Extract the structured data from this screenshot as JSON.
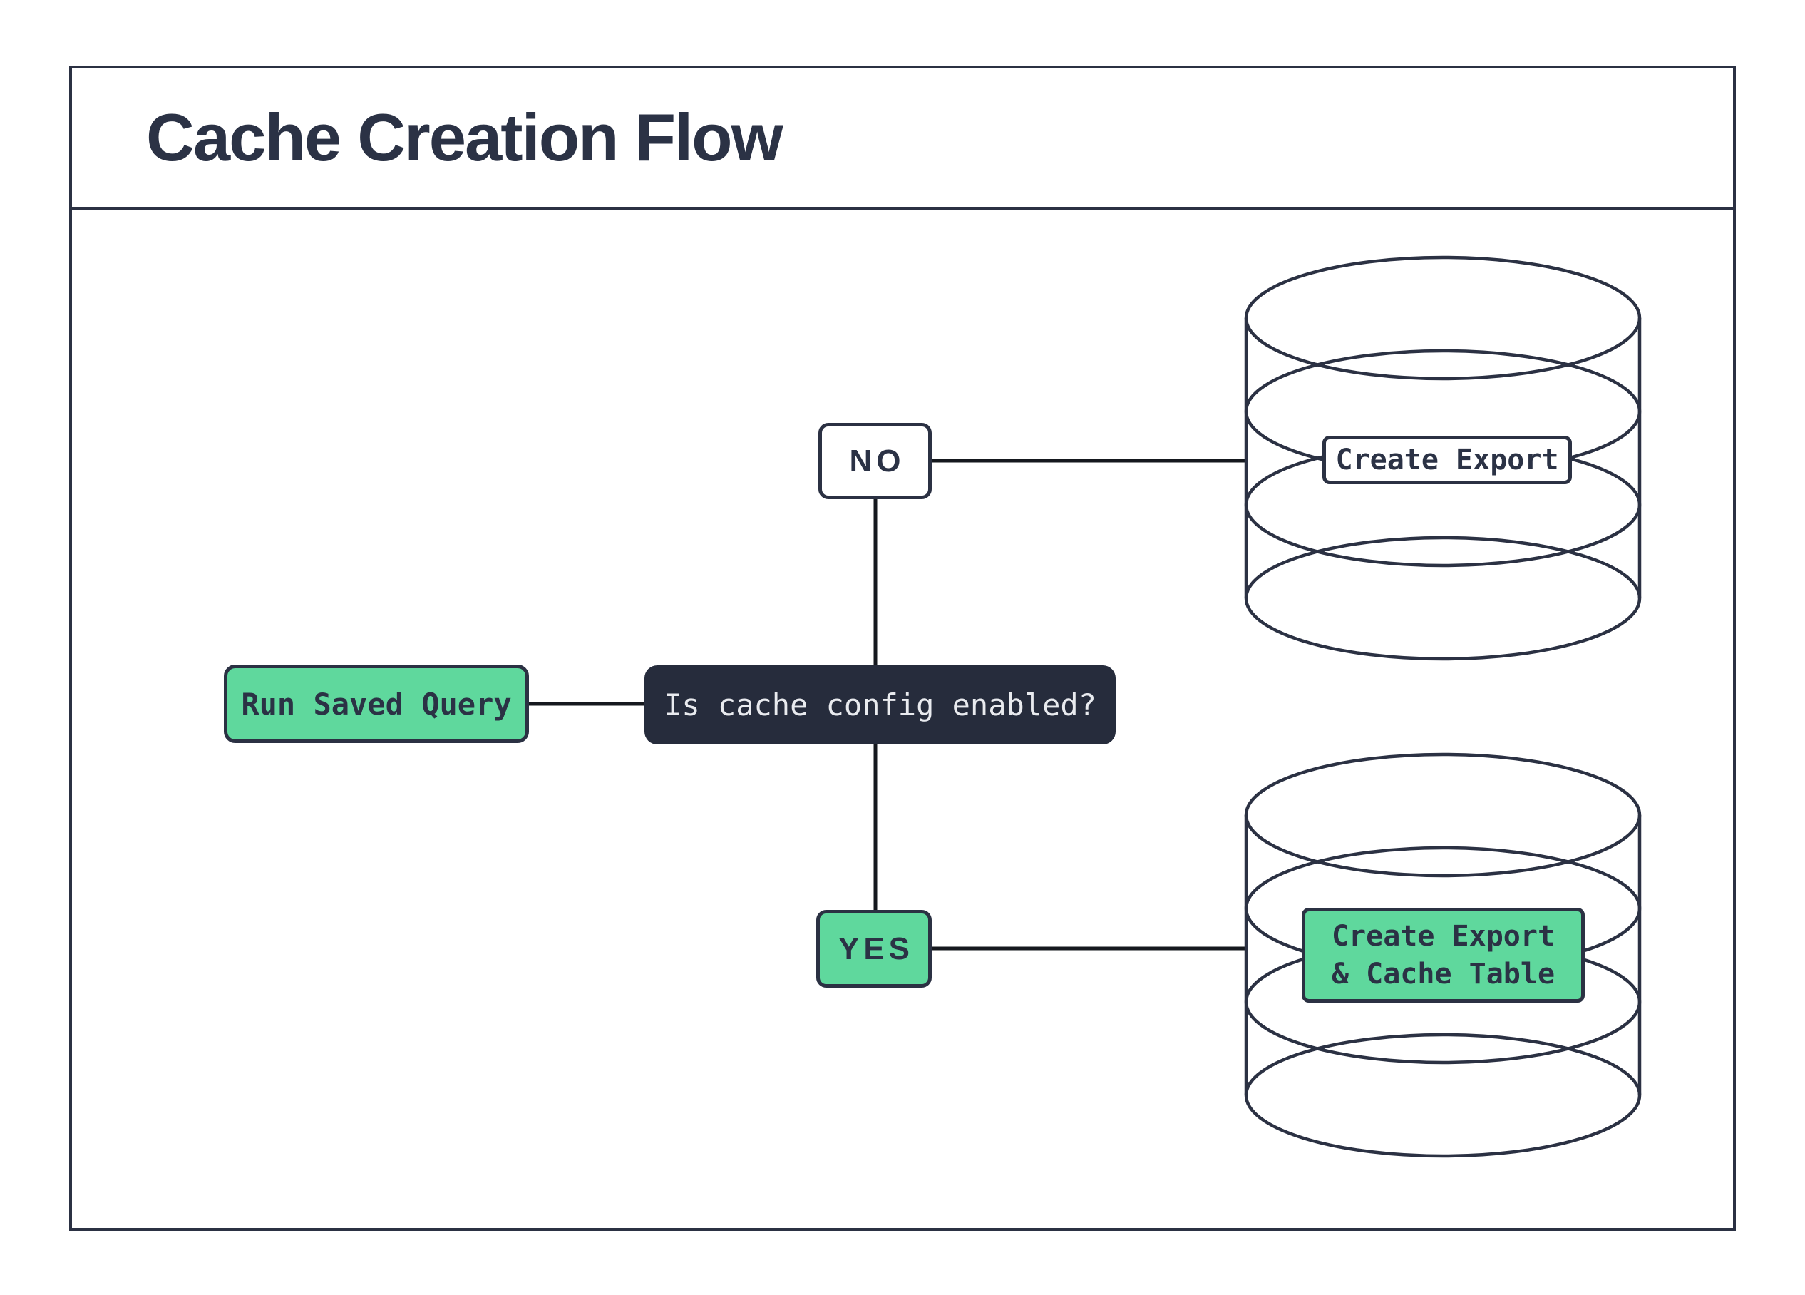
{
  "header": {
    "title": "Cache Creation Flow"
  },
  "colors": {
    "ink": "#2B3245",
    "stroke": "#2B3143",
    "green": "#5FD89D",
    "decision_bg": "#262C3C",
    "decision_text": "#E9EBEF",
    "connector": "#15181E",
    "background": "#FFFFFF"
  },
  "flow": {
    "start": {
      "label": "Run Saved Query"
    },
    "decision": {
      "label": "Is cache config enabled?"
    },
    "no_branch": {
      "label": "NO",
      "action": {
        "label": "Create Export"
      }
    },
    "yes_branch": {
      "label": "YES",
      "action": {
        "lines": [
          "Create Export",
          "& Cache Table"
        ]
      }
    }
  }
}
